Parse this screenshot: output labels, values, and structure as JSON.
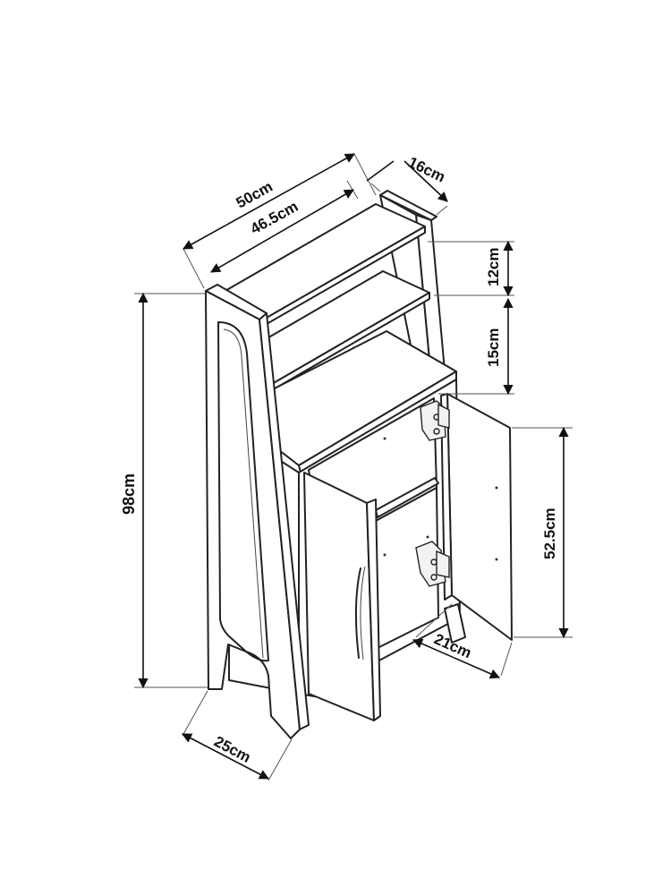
{
  "diagram": {
    "subject": "shelf-cabinet-dimension-drawing",
    "dimensions": {
      "width_outer": "50cm",
      "width_inner": "46.5cm",
      "top_depth": "16cm",
      "shelf_gap_upper": "12cm",
      "shelf_gap_lower": "15cm",
      "height_total": "98cm",
      "door_height": "52.5cm",
      "door_width": "21cm",
      "base_depth": "25cm"
    }
  }
}
